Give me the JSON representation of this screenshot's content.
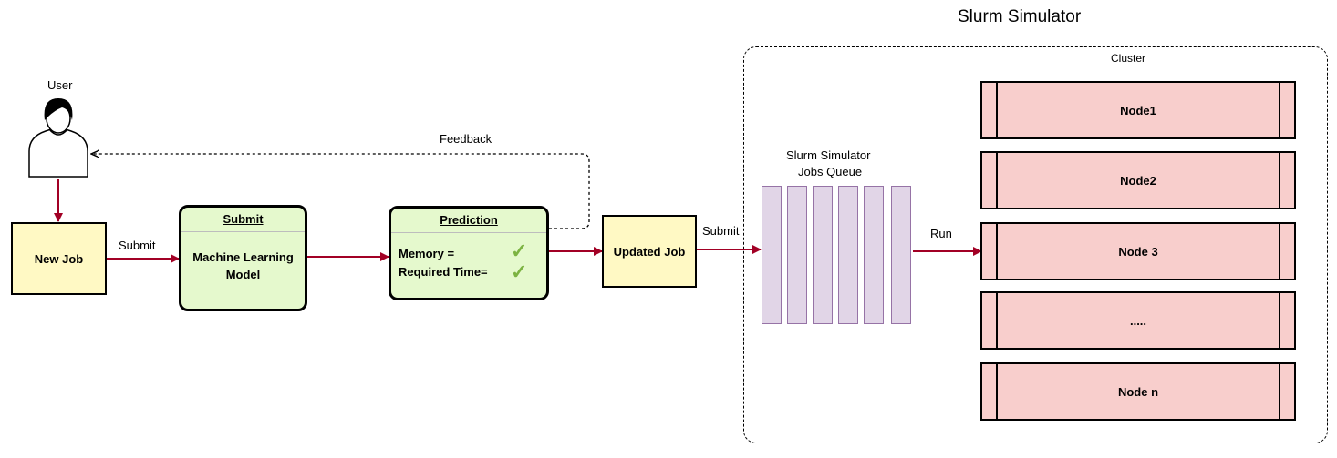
{
  "title": "Slurm Simulator",
  "user": {
    "label": "User"
  },
  "new_job": {
    "label": "New Job"
  },
  "edge_submit_1": "Submit",
  "submit_box": {
    "header": "Submit",
    "line1": "Machine Learning",
    "line2": "Model"
  },
  "prediction_box": {
    "header": "Prediction",
    "memory": "Memory =",
    "required_time": "Required Time=",
    "check_icon": "✓"
  },
  "feedback": "Feedback",
  "updated_job": {
    "label": "Updated Job"
  },
  "edge_submit_2": "Submit",
  "queue": {
    "line1": "Slurm Simulator",
    "line2": "Jobs Queue",
    "columns": 6
  },
  "edge_run": "Run",
  "cluster": {
    "label": "Cluster",
    "nodes": [
      "Node1",
      "Node2",
      "Node 3",
      ".....",
      "Node n"
    ]
  },
  "colors": {
    "arrow": "#a20025",
    "job_fill": "#fff9c4",
    "model_fill": "#e5f9cd",
    "queue_fill": "#e1d5e7",
    "node_fill": "#f8cecc",
    "check": "#7cb342"
  }
}
